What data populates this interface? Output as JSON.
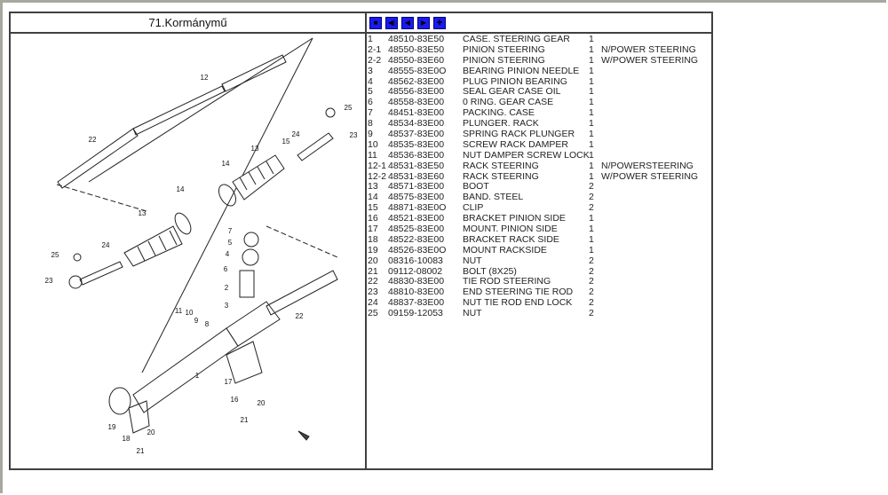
{
  "title": "71.Kormánymű",
  "nav_buttons": [
    {
      "name": "stop-icon",
      "glyph": "■"
    },
    {
      "name": "first-icon",
      "glyph": "◀|"
    },
    {
      "name": "previous-icon",
      "glyph": "◀"
    },
    {
      "name": "next-icon",
      "glyph": "▶"
    },
    {
      "name": "plus-icon",
      "glyph": "✚"
    }
  ],
  "parts": [
    {
      "no": "1",
      "part": "48510-83E50",
      "desc": "CASE. STEERING GEAR",
      "qty": "1",
      "note": ""
    },
    {
      "no": "2-1",
      "part": "48550-83E50",
      "desc": "PINION STEERING",
      "qty": "1",
      "note": "N/POWER STEERING"
    },
    {
      "no": "2-2",
      "part": "48550-83E60",
      "desc": "PINION STEERING",
      "qty": "1",
      "note": "W/POWER STEERING"
    },
    {
      "no": "3",
      "part": "48555-83E0O",
      "desc": "BEARING PINION NEEDLE",
      "qty": "1",
      "note": ""
    },
    {
      "no": "4",
      "part": "48562-83E00",
      "desc": "PLUG PINION BEARING",
      "qty": "1",
      "note": ""
    },
    {
      "no": "5",
      "part": "48556-83E00",
      "desc": "SEAL GEAR CASE OIL",
      "qty": "1",
      "note": ""
    },
    {
      "no": "6",
      "part": "48558-83E00",
      "desc": "0 RING. GEAR CASE",
      "qty": "1",
      "note": ""
    },
    {
      "no": "7",
      "part": "48451-83E00",
      "desc": "PACKING. CASE",
      "qty": "1",
      "note": ""
    },
    {
      "no": "8",
      "part": "48534-83E00",
      "desc": "PLUNGER. RACK",
      "qty": "1",
      "note": ""
    },
    {
      "no": "9",
      "part": "48537-83E00",
      "desc": "SPRING RACK PLUNGER",
      "qty": "1",
      "note": ""
    },
    {
      "no": "10",
      "part": "48535-83E00",
      "desc": "SCREW RACK DAMPER",
      "qty": "1",
      "note": ""
    },
    {
      "no": "11",
      "part": "48536-83E00",
      "desc": "NUT DAMPER SCREW LOCK",
      "qty": "1",
      "note": ""
    },
    {
      "no": "12-1",
      "part": "48531-83E50",
      "desc": "RACK STEERING",
      "qty": "1",
      "note": "N/POWERSTEERING"
    },
    {
      "no": "12-2",
      "part": "48531-83E60",
      "desc": "RACK STEERING",
      "qty": "1",
      "note": "W/POWER STEERING"
    },
    {
      "no": "13",
      "part": "48571-83E00",
      "desc": "BOOT",
      "qty": "2",
      "note": ""
    },
    {
      "no": "14",
      "part": "48575-83E00",
      "desc": "BAND. STEEL",
      "qty": "2",
      "note": ""
    },
    {
      "no": "15",
      "part": "48871-83E0O",
      "desc": "CLIP",
      "qty": "2",
      "note": ""
    },
    {
      "no": "16",
      "part": "48521-83E00",
      "desc": "BRACKET PINION SIDE",
      "qty": "1",
      "note": ""
    },
    {
      "no": "17",
      "part": "48525-83E00",
      "desc": "MOUNT. PINION SIDE",
      "qty": "1",
      "note": ""
    },
    {
      "no": "18",
      "part": "48522-83E00",
      "desc": "BRACKET RACK SIDE",
      "qty": "1",
      "note": ""
    },
    {
      "no": "19",
      "part": "48526-83E0O",
      "desc": "MOUNT RACKSIDE",
      "qty": "1",
      "note": ""
    },
    {
      "no": "20",
      "part": "08316-10083",
      "desc": "NUT",
      "qty": "2",
      "note": ""
    },
    {
      "no": "21",
      "part": "09112-08002",
      "desc": "BOLT (8X25)",
      "qty": "2",
      "note": ""
    },
    {
      "no": "22",
      "part": "48830-83E00",
      "desc": "TIE ROD STEERING",
      "qty": "2",
      "note": ""
    },
    {
      "no": "23",
      "part": "48810-83E00",
      "desc": "END STEERING TIE ROD",
      "qty": "2",
      "note": ""
    },
    {
      "no": "24",
      "part": "48837-83E00",
      "desc": "NUT TIE ROD END LOCK",
      "qty": "2",
      "note": ""
    },
    {
      "no": "25",
      "part": "09159-12053",
      "desc": "NUT",
      "qty": "2",
      "note": ""
    }
  ],
  "callouts": [
    "12",
    "22",
    "25",
    "15",
    "24",
    "23",
    "13",
    "14",
    "14",
    "13",
    "25",
    "24",
    "23",
    "7",
    "5",
    "4",
    "6",
    "2",
    "3",
    "11",
    "10",
    "9",
    "8",
    "22",
    "1",
    "17",
    "16",
    "20",
    "19",
    "18",
    "20",
    "21",
    "21"
  ]
}
